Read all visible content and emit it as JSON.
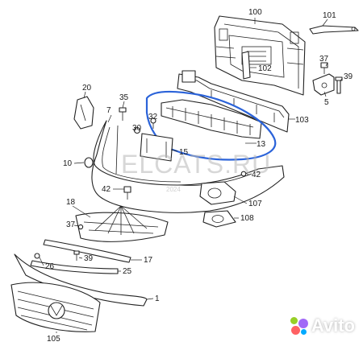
{
  "callouts": {
    "c1": "1",
    "c5": "5",
    "c7": "7",
    "c10": "10",
    "c13": "13",
    "c15": "15",
    "c17": "17",
    "c18": "18",
    "c20": "20",
    "c25": "25",
    "c26": "26",
    "c30": "30",
    "c32": "32",
    "c35": "35",
    "c37a": "37",
    "c37b": "37",
    "c39a": "39",
    "c39b": "39",
    "c42a": "42",
    "c42b": "42",
    "c100": "100",
    "c101": "101",
    "c102": "102",
    "c103": "103",
    "c105": "105",
    "c107": "107",
    "c108": "108"
  },
  "watermark": {
    "text": "ELCATS.RU",
    "year": "2024"
  },
  "badge": {
    "text": "Avito"
  },
  "colors": {
    "line": "#222222",
    "highlight": "#2b63d9",
    "watermark": "#b8b8b8"
  }
}
